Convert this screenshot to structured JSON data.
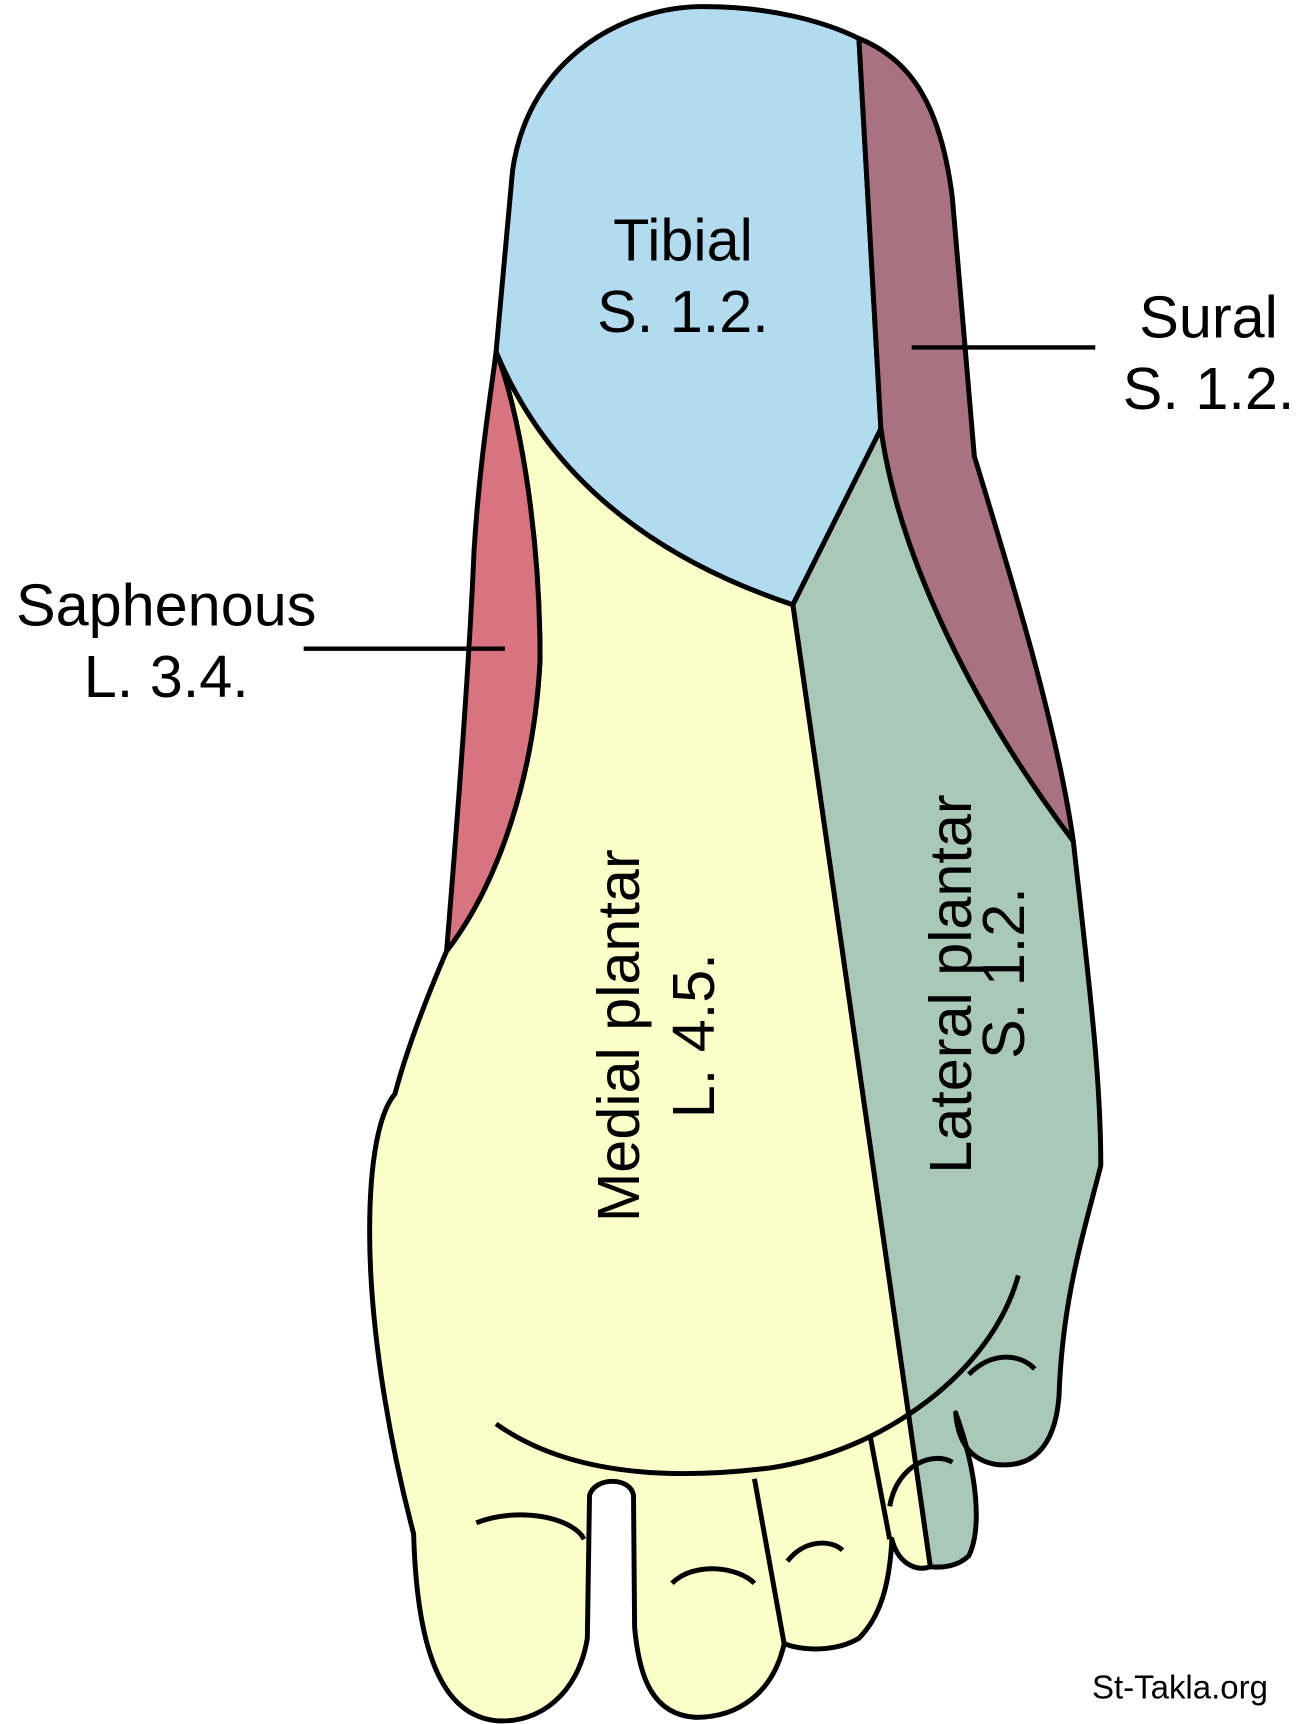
{
  "title": "Cutaneous innervation of the sole of the foot",
  "regions": {
    "tibial": {
      "name": "Tibial",
      "roots": "S. 1.2.",
      "color": "#b3dbef"
    },
    "sural": {
      "name": "Sural",
      "roots": "S. 1.2.",
      "color": "#a87282"
    },
    "saphenous": {
      "name": "Saphenous",
      "roots": "L. 3.4.",
      "color": "#d87380"
    },
    "medial_plantar": {
      "name": "Medial plantar",
      "roots": "L. 4.5.",
      "color": "#fdfdc9"
    },
    "lateral_plantar": {
      "name": "Lateral plantar",
      "roots": "S. 1.2.",
      "color": "#aac8b6"
    }
  },
  "watermark": "St-Takla.org"
}
